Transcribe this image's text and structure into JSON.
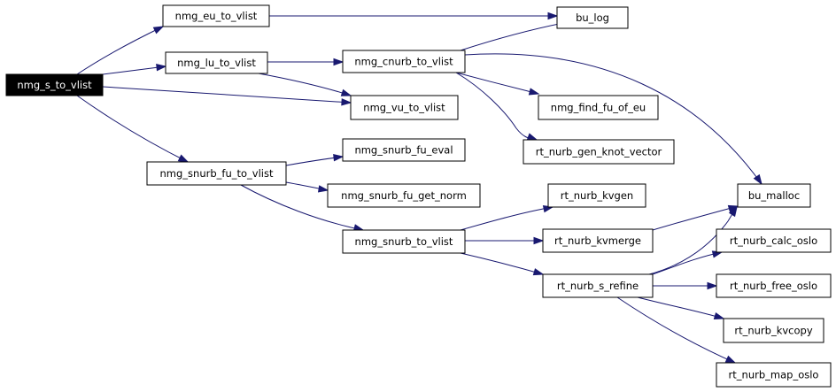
{
  "graph": {
    "colors": {
      "edge": "#191970",
      "node_border": "#000000",
      "root_fill": "#000000",
      "root_text": "#ffffff"
    },
    "nodes": [
      {
        "id": "nmg_s_to_vlist",
        "label": "nmg_s_to_vlist",
        "root": true
      },
      {
        "id": "nmg_eu_to_vlist",
        "label": "nmg_eu_to_vlist"
      },
      {
        "id": "nmg_lu_to_vlist",
        "label": "nmg_lu_to_vlist"
      },
      {
        "id": "nmg_snurb_fu_to_vlist",
        "label": "nmg_snurb_fu_to_vlist"
      },
      {
        "id": "bu_log",
        "label": "bu_log"
      },
      {
        "id": "nmg_cnurb_to_vlist",
        "label": "nmg_cnurb_to_vlist"
      },
      {
        "id": "nmg_vu_to_vlist",
        "label": "nmg_vu_to_vlist"
      },
      {
        "id": "nmg_snurb_fu_eval",
        "label": "nmg_snurb_fu_eval"
      },
      {
        "id": "nmg_snurb_fu_get_norm",
        "label": "nmg_snurb_fu_get_norm"
      },
      {
        "id": "nmg_snurb_to_vlist",
        "label": "nmg_snurb_to_vlist"
      },
      {
        "id": "nmg_find_fu_of_eu",
        "label": "nmg_find_fu_of_eu"
      },
      {
        "id": "rt_nurb_gen_knot_vector",
        "label": "rt_nurb_gen_knot_vector"
      },
      {
        "id": "rt_nurb_kvgen",
        "label": "rt_nurb_kvgen"
      },
      {
        "id": "rt_nurb_kvmerge",
        "label": "rt_nurb_kvmerge"
      },
      {
        "id": "rt_nurb_s_refine",
        "label": "rt_nurb_s_refine"
      },
      {
        "id": "bu_malloc",
        "label": "bu_malloc"
      },
      {
        "id": "rt_nurb_calc_oslo",
        "label": "rt_nurb_calc_oslo"
      },
      {
        "id": "rt_nurb_free_oslo",
        "label": "rt_nurb_free_oslo"
      },
      {
        "id": "rt_nurb_kvcopy",
        "label": "rt_nurb_kvcopy"
      },
      {
        "id": "rt_nurb_map_oslo",
        "label": "rt_nurb_map_oslo"
      }
    ],
    "edges": [
      {
        "from": "nmg_s_to_vlist",
        "to": "nmg_eu_to_vlist"
      },
      {
        "from": "nmg_s_to_vlist",
        "to": "nmg_lu_to_vlist"
      },
      {
        "from": "nmg_s_to_vlist",
        "to": "nmg_vu_to_vlist"
      },
      {
        "from": "nmg_s_to_vlist",
        "to": "nmg_snurb_fu_to_vlist"
      },
      {
        "from": "nmg_eu_to_vlist",
        "to": "bu_log"
      },
      {
        "from": "nmg_lu_to_vlist",
        "to": "nmg_cnurb_to_vlist"
      },
      {
        "from": "nmg_lu_to_vlist",
        "to": "nmg_vu_to_vlist"
      },
      {
        "from": "nmg_cnurb_to_vlist",
        "to": "bu_log"
      },
      {
        "from": "nmg_cnurb_to_vlist",
        "to": "nmg_find_fu_of_eu"
      },
      {
        "from": "nmg_cnurb_to_vlist",
        "to": "rt_nurb_gen_knot_vector"
      },
      {
        "from": "nmg_cnurb_to_vlist",
        "to": "bu_malloc"
      },
      {
        "from": "nmg_snurb_fu_to_vlist",
        "to": "nmg_snurb_fu_eval"
      },
      {
        "from": "nmg_snurb_fu_to_vlist",
        "to": "nmg_snurb_fu_get_norm"
      },
      {
        "from": "nmg_snurb_fu_to_vlist",
        "to": "nmg_snurb_to_vlist"
      },
      {
        "from": "nmg_snurb_to_vlist",
        "to": "rt_nurb_kvgen"
      },
      {
        "from": "nmg_snurb_to_vlist",
        "to": "rt_nurb_kvmerge"
      },
      {
        "from": "nmg_snurb_to_vlist",
        "to": "rt_nurb_s_refine"
      },
      {
        "from": "rt_nurb_kvmerge",
        "to": "bu_malloc"
      },
      {
        "from": "rt_nurb_s_refine",
        "to": "bu_malloc"
      },
      {
        "from": "rt_nurb_s_refine",
        "to": "rt_nurb_calc_oslo"
      },
      {
        "from": "rt_nurb_s_refine",
        "to": "rt_nurb_free_oslo"
      },
      {
        "from": "rt_nurb_s_refine",
        "to": "rt_nurb_kvcopy"
      },
      {
        "from": "rt_nurb_s_refine",
        "to": "rt_nurb_map_oslo"
      }
    ]
  }
}
